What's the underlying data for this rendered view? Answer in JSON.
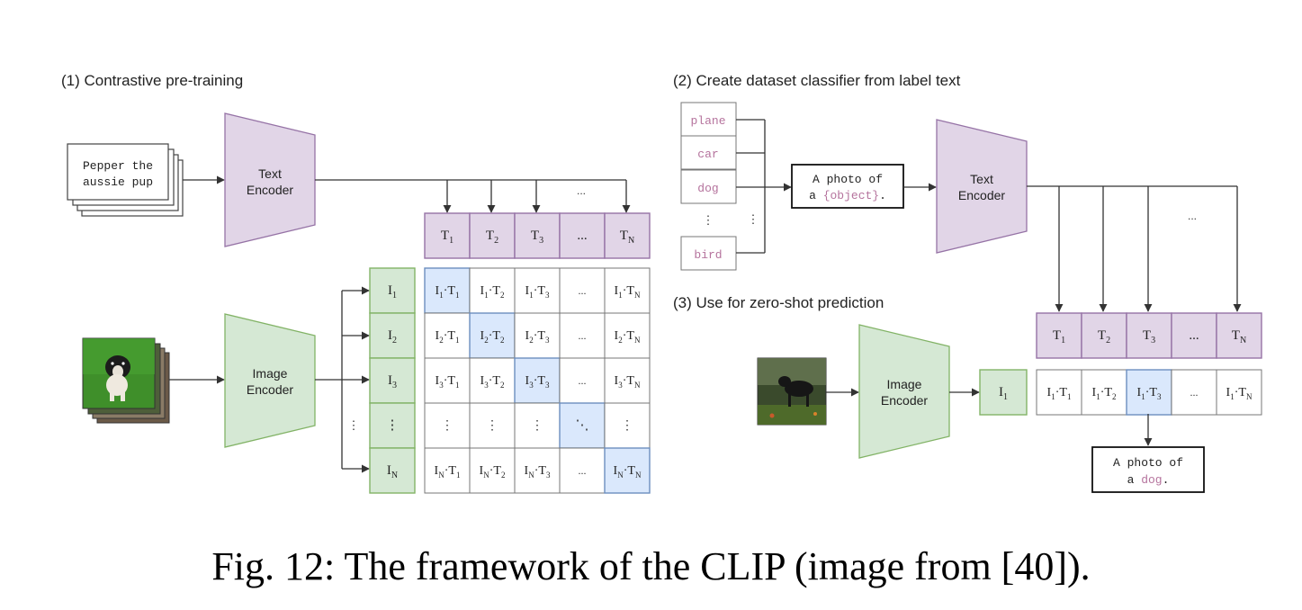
{
  "colors": {
    "purple_fill": "#e1d5e7",
    "purple_stroke": "#9673a6",
    "green_fill": "#d5e8d4",
    "green_stroke": "#82b366",
    "blue_fill": "#dae8fc",
    "blue_stroke": "#6c8ebf",
    "pink_text": "#b5739d",
    "line": "#333333"
  },
  "section1": {
    "title": "(1) Contrastive pre-training",
    "text_input": [
      "Pepper the",
      "aussie pup"
    ],
    "text_encoder": [
      "Text",
      "Encoder"
    ],
    "image_encoder": [
      "Image",
      "Encoder"
    ],
    "ellipsis": "...",
    "text_tokens": [
      {
        "base": "T",
        "sub": "1"
      },
      {
        "base": "T",
        "sub": "2"
      },
      {
        "base": "T",
        "sub": "3"
      },
      {
        "base": "...",
        "sub": ""
      },
      {
        "base": "T",
        "sub": "N"
      }
    ],
    "image_tokens": [
      {
        "base": "I",
        "sub": "1"
      },
      {
        "base": "I",
        "sub": "2"
      },
      {
        "base": "I",
        "sub": "3"
      },
      {
        "base": "⋮",
        "sub": ""
      },
      {
        "base": "I",
        "sub": "N"
      }
    ],
    "left_dots": "⋮",
    "diag_dots": "⋱"
  },
  "section2": {
    "title": "(2) Create dataset classifier from label text",
    "labels": [
      "plane",
      "car",
      "dog",
      "⋮",
      "bird"
    ],
    "label_dots_right": "⋮",
    "template_prefix": "A photo of",
    "template_a": "a ",
    "template_object": "{object}",
    "template_suffix": ".",
    "text_encoder": [
      "Text",
      "Encoder"
    ],
    "ellipsis": "...",
    "text_tokens": [
      {
        "base": "T",
        "sub": "1"
      },
      {
        "base": "T",
        "sub": "2"
      },
      {
        "base": "T",
        "sub": "3"
      },
      {
        "base": "...",
        "sub": ""
      },
      {
        "base": "T",
        "sub": "N"
      }
    ]
  },
  "section3": {
    "title": "(3) Use for zero-shot prediction",
    "image_encoder": [
      "Image",
      "Encoder"
    ],
    "image_token": {
      "base": "I",
      "sub": "1"
    },
    "products": [
      {
        "a": "1",
        "b": "1"
      },
      {
        "a": "1",
        "b": "2"
      },
      {
        "a": "1",
        "b": "3"
      },
      {
        "a": "",
        "b": ""
      },
      {
        "a": "1",
        "b": "N"
      }
    ],
    "result_prefix": "A photo of",
    "result_a": "a ",
    "result_label": "dog",
    "result_suffix": "."
  },
  "caption": "Fig. 12: The framework of the CLIP (image from [40])."
}
